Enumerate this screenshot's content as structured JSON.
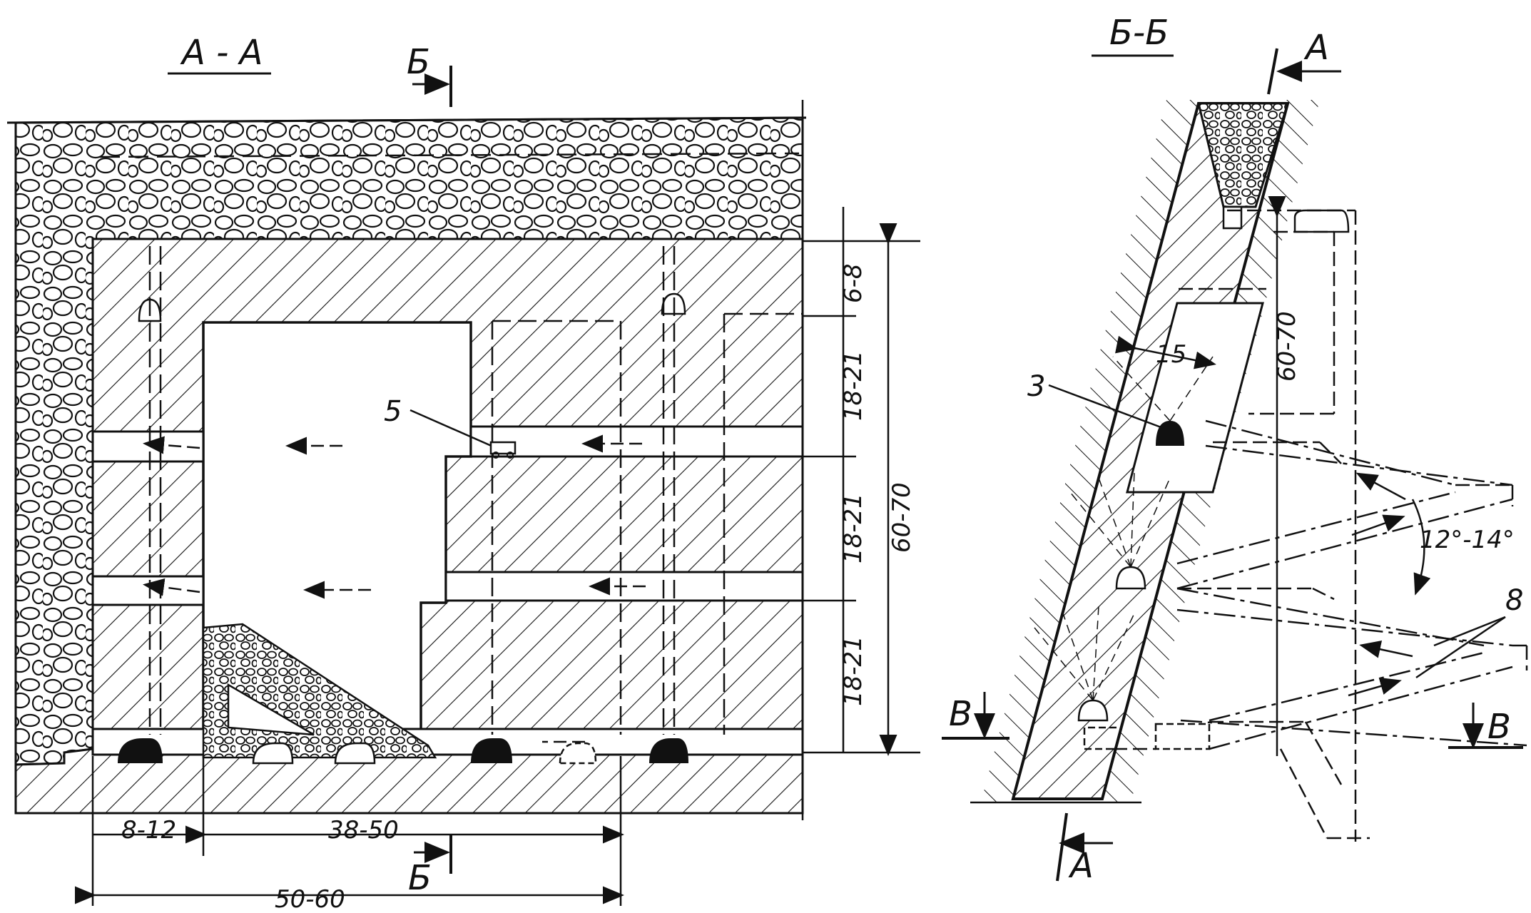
{
  "section_aa": {
    "title": "А - А",
    "cut_mark_top": "Б",
    "cut_mark_bottom": "Б",
    "label_5": "5",
    "dim_right_top": "6-8",
    "dim_right_1": "18-21",
    "dim_right_2": "18-21",
    "dim_right_3": "18-21",
    "dim_total": "60-70",
    "dim_bottom_1": "8-12",
    "dim_bottom_2": "38-50",
    "dim_bottom_total": "50-60"
  },
  "section_bb": {
    "title": "Б-Б",
    "cut_mark_top": "А",
    "cut_mark_bottom": "А",
    "cut_left": "В",
    "cut_right": "В",
    "label_3": "3",
    "label_8": "8",
    "dim_width": "15",
    "dim_height": "60-70",
    "angle": "12°-14°"
  },
  "colors": {
    "ink": "#111111",
    "paper": "#ffffff"
  }
}
